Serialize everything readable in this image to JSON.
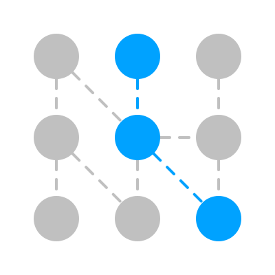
{
  "pattern_lock": {
    "colors": {
      "inactive": "#c0c0c0",
      "active": "#00a2ff",
      "background": "#ffffff"
    },
    "grid": {
      "rows": 3,
      "cols": 3
    },
    "nodes": [
      {
        "id": "r1c1",
        "row": 1,
        "col": 1,
        "state": "inactive"
      },
      {
        "id": "r1c2",
        "row": 1,
        "col": 2,
        "state": "active"
      },
      {
        "id": "r1c3",
        "row": 1,
        "col": 3,
        "state": "inactive"
      },
      {
        "id": "r2c1",
        "row": 2,
        "col": 1,
        "state": "inactive"
      },
      {
        "id": "r2c2",
        "row": 2,
        "col": 2,
        "state": "active"
      },
      {
        "id": "r2c3",
        "row": 2,
        "col": 3,
        "state": "inactive"
      },
      {
        "id": "r3c1",
        "row": 3,
        "col": 1,
        "state": "inactive"
      },
      {
        "id": "r3c2",
        "row": 3,
        "col": 2,
        "state": "inactive"
      },
      {
        "id": "r3c3",
        "row": 3,
        "col": 3,
        "state": "active"
      }
    ],
    "connectors": [
      {
        "from": "r1c1",
        "to": "r2c1",
        "state": "inactive"
      },
      {
        "from": "r2c1",
        "to": "r3c1",
        "state": "inactive"
      },
      {
        "from": "r1c3",
        "to": "r2c3",
        "state": "inactive"
      },
      {
        "from": "r2c3",
        "to": "r3c3",
        "state": "inactive"
      },
      {
        "from": "r2c2",
        "to": "r3c2",
        "state": "inactive"
      },
      {
        "from": "r2c2",
        "to": "r2c3",
        "state": "inactive"
      },
      {
        "from": "r1c1",
        "to": "r2c2",
        "state": "inactive"
      },
      {
        "from": "r2c1",
        "to": "r3c2",
        "state": "inactive"
      },
      {
        "from": "r1c2",
        "to": "r2c2",
        "state": "active"
      },
      {
        "from": "r2c2",
        "to": "r3c3",
        "state": "active"
      }
    ]
  }
}
